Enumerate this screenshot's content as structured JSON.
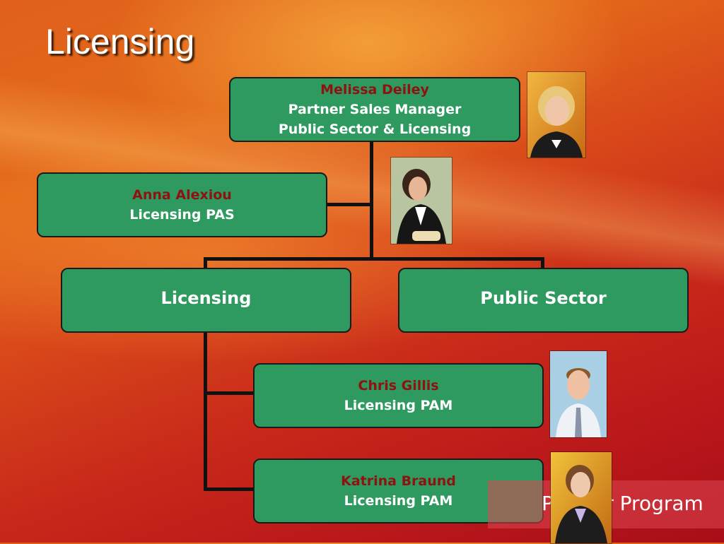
{
  "slide": {
    "title": "Licensing",
    "footer": "Partner Program"
  },
  "org_chart": {
    "head": {
      "name": "Melissa Deiley",
      "role_line1": "Partner Sales Manager",
      "role_line2": "Public Sector & Licensing"
    },
    "assistant": {
      "name": "Anna Alexiou",
      "role": "Licensing PAS"
    },
    "groups": [
      {
        "label": "Licensing"
      },
      {
        "label": "Public Sector"
      }
    ],
    "members": [
      {
        "name": "Chris Gillis",
        "role": "Licensing PAM"
      },
      {
        "name": "Katrina Braund",
        "role": "Licensing PAM"
      }
    ]
  },
  "colors": {
    "box_fill": "#2f9a5f",
    "name_text": "#8e1212",
    "role_text": "#ffffff",
    "connector": "#111111"
  }
}
